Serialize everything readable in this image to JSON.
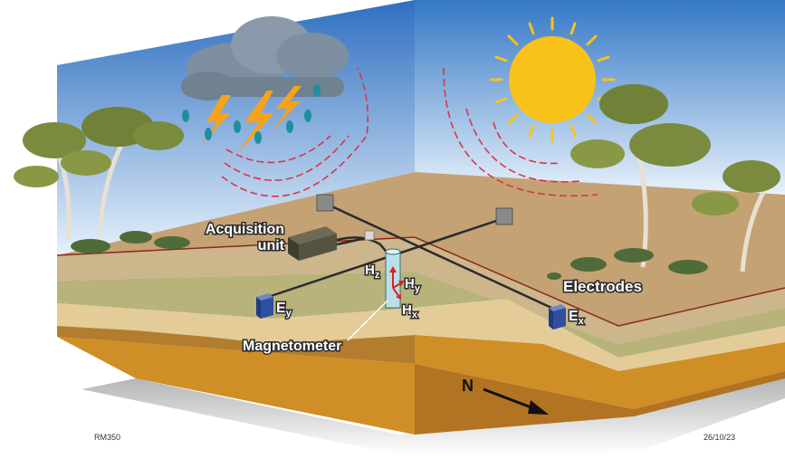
{
  "labels": {
    "acquisition_line1": "Acquisition",
    "acquisition_line2": "unit",
    "magnetometer": "Magnetometer",
    "electrodes": "Electrodes",
    "hz_main": "H",
    "hz_sub": "z",
    "hy_main": "H",
    "hy_sub": "y",
    "hx_main": "H",
    "hx_sub": "x",
    "ey_main": "E",
    "ey_sub": "y",
    "ex_main": "E",
    "ex_sub": "x",
    "north": "N"
  },
  "footer": {
    "code": "RM350",
    "date": "26/10/23"
  },
  "colors": {
    "sky_top": "#2e6fc0",
    "sky_bottom": "#e6f1fb",
    "ground_surface": "#c9a779",
    "lightning": "#f7a21b",
    "sun": "#f9c21a",
    "wave": "#d6364a",
    "electrode": "#2f4f9e"
  }
}
